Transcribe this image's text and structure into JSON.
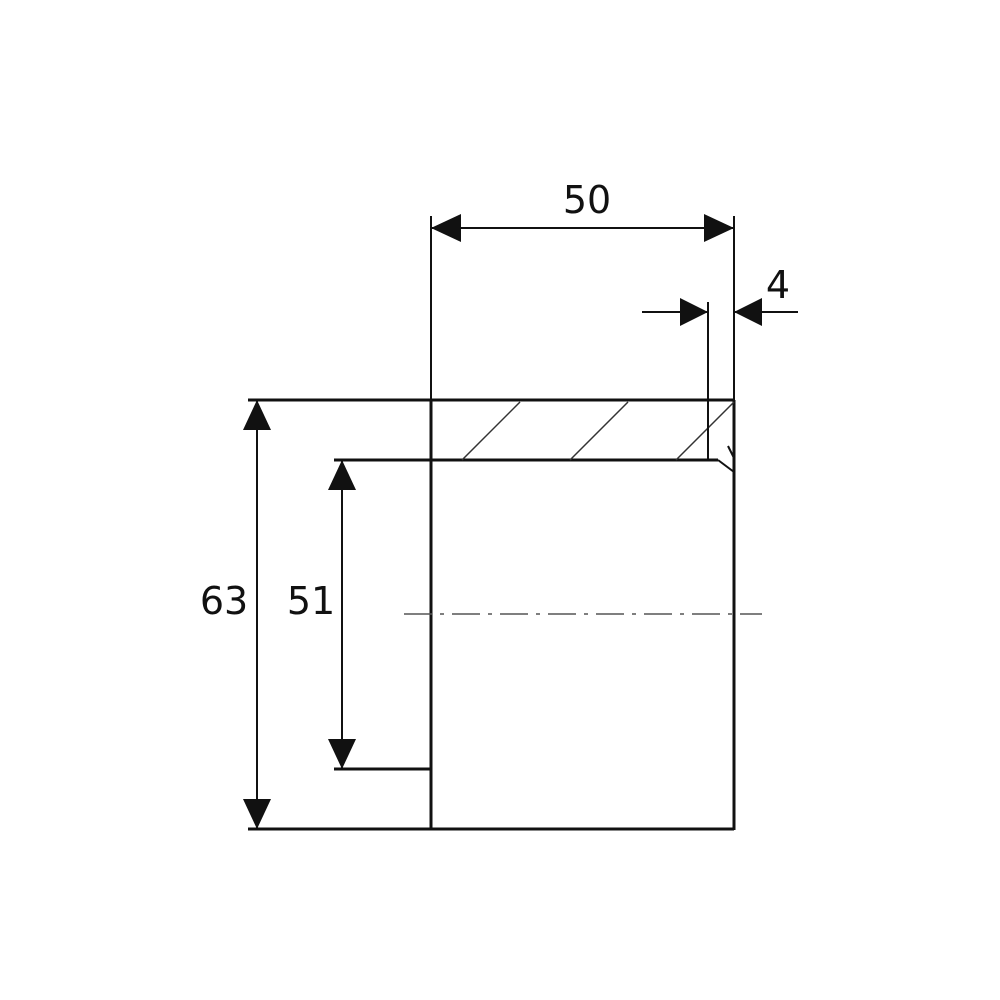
{
  "drawing": {
    "dimensions": {
      "length": "50",
      "wall_thickness": "4",
      "outer_diameter": "63",
      "inner_diameter": "51"
    },
    "colors": {
      "ink": "#111111",
      "background": "#ffffff"
    }
  }
}
